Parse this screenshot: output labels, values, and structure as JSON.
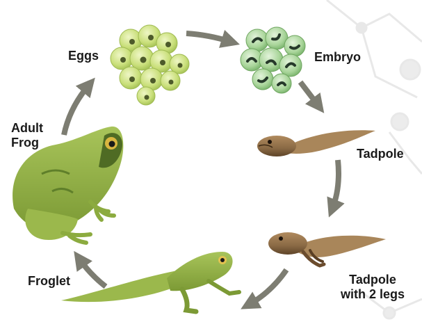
{
  "diagram": {
    "stages": [
      {
        "id": "eggs",
        "label": "Eggs"
      },
      {
        "id": "embryo",
        "label": "Embryo"
      },
      {
        "id": "tadpole",
        "label": "Tadpole"
      },
      {
        "id": "tadpole-2-legs",
        "label": "Tadpole\nwith 2 legs"
      },
      {
        "id": "froglet",
        "label": "Froglet"
      },
      {
        "id": "adult-frog",
        "label": "Adult\nFrog"
      }
    ],
    "colors": {
      "arrow": "#7d7d72",
      "egg_jelly": "#c9df7a",
      "embryo_jelly": "#a9d59a",
      "tadpole_body": "#8a6a45",
      "frog_green": "#8cab3f",
      "frog_dark": "#5f7f2a",
      "background_network": "#e6e6e6"
    }
  }
}
